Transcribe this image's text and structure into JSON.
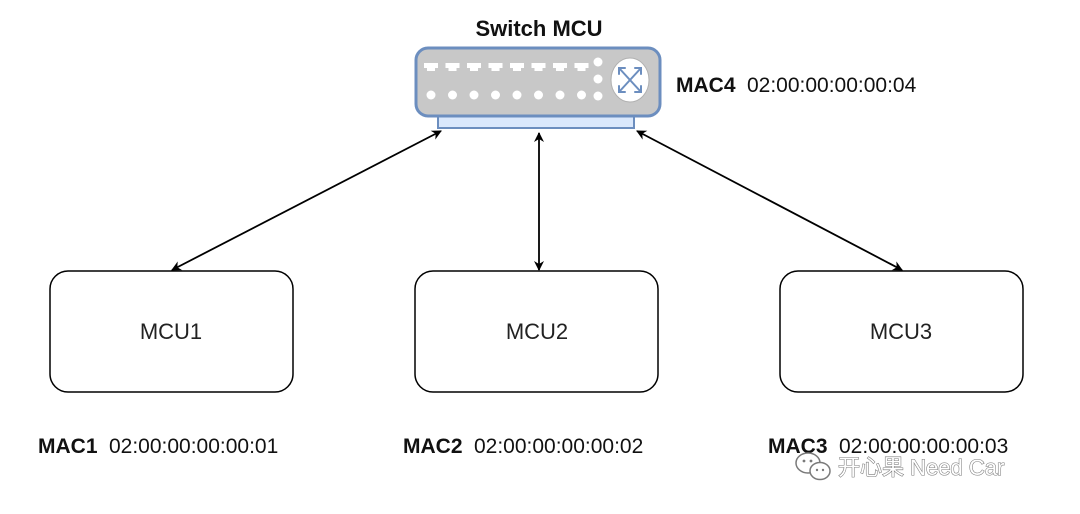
{
  "switch": {
    "title": "Switch MCU",
    "mac_name": "MAC4",
    "mac_value": "02:00:00:00:00:04",
    "icon": "network-switch-icon",
    "colors": {
      "body": "#c8c8c8",
      "border": "#6c8ebf",
      "base": "#dae8fc"
    }
  },
  "nodes": [
    {
      "label": "MCU1",
      "mac_name": "MAC1",
      "mac_value": "02:00:00:00:00:01"
    },
    {
      "label": "MCU2",
      "mac_name": "MAC2",
      "mac_value": "02:00:00:00:00:02"
    },
    {
      "label": "MCU3",
      "mac_name": "MAC3",
      "mac_value": "02:00:00:00:00:03"
    }
  ],
  "watermark": {
    "text": "开心果 Need Car",
    "icon": "wechat-icon"
  }
}
